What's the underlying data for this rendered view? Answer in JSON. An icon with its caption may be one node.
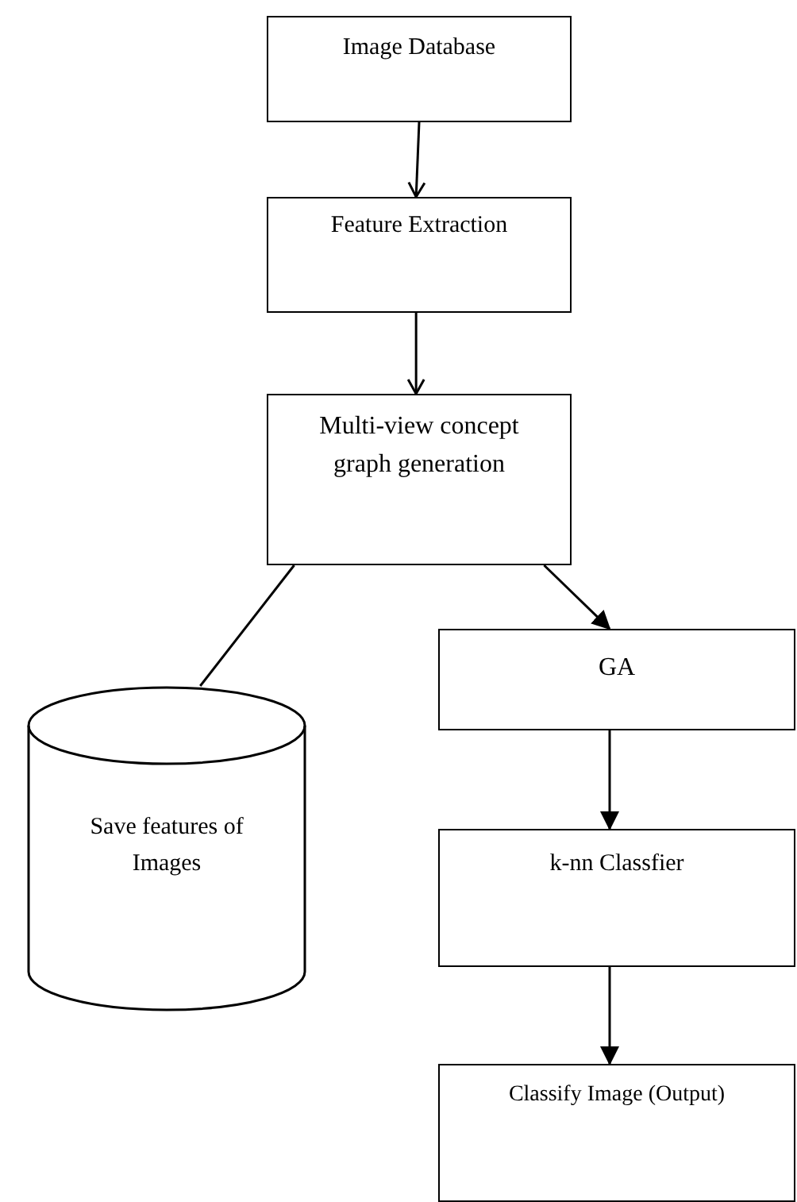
{
  "diagram": {
    "nodes": [
      {
        "text": [
          "Image Database"
        ]
      },
      {
        "text": [
          "Feature Extraction"
        ]
      },
      {
        "text": [
          "Multi-view concept graph generation"
        ]
      },
      {
        "text": [
          "Save features of Images"
        ]
      },
      {
        "text": [
          "GA"
        ]
      },
      {
        "text": [
          "k-nn Classfier"
        ]
      },
      {
        "text": [
          "Classify Image (Output)"
        ]
      }
    ],
    "edges": [
      {
        "from": 0,
        "to": 1,
        "arrow": "to"
      },
      {
        "from": 1,
        "to": 2,
        "arrow": "to"
      },
      {
        "from": 2,
        "to": 3,
        "arrow": "none"
      },
      {
        "from": 2,
        "to": 4,
        "arrow": "to"
      },
      {
        "from": 4,
        "to": 5,
        "arrow": "to"
      },
      {
        "from": 5,
        "to": 6,
        "arrow": "to"
      }
    ]
  }
}
